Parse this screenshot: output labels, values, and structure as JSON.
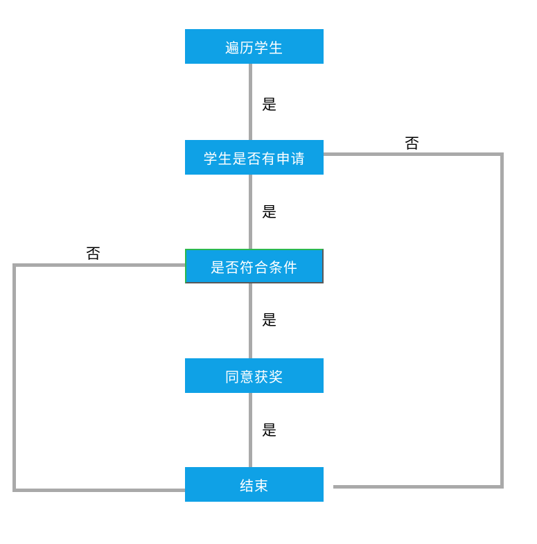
{
  "diagram": {
    "type": "flowchart",
    "background_color": "#ffffff",
    "colors": {
      "node_fill": "#0FA1E6",
      "node_text": "#ffffff",
      "connector": "#A9A9A9",
      "edge_label_text": "#000000",
      "selected_border_top_left": "#2BB94F",
      "selected_border_bottom_right": "#595959"
    },
    "nodes": [
      {
        "id": "n1",
        "label": "遍历学生",
        "selected": false
      },
      {
        "id": "n2",
        "label": "学生是否有申请",
        "selected": false
      },
      {
        "id": "n3",
        "label": "是否符合条件",
        "selected": true
      },
      {
        "id": "n4",
        "label": "同意获奖",
        "selected": false
      },
      {
        "id": "n5",
        "label": "结束",
        "selected": false
      }
    ],
    "edges": [
      {
        "from": "n1",
        "to": "n2",
        "label": "是",
        "route": "straight-down"
      },
      {
        "from": "n2",
        "to": "n3",
        "label": "是",
        "route": "straight-down"
      },
      {
        "from": "n2",
        "to": "n5",
        "label": "否",
        "route": "right-side"
      },
      {
        "from": "n3",
        "to": "n4",
        "label": "是",
        "route": "straight-down"
      },
      {
        "from": "n3",
        "to": "n5",
        "label": "否",
        "route": "left-side"
      },
      {
        "from": "n4",
        "to": "n5",
        "label": "是",
        "route": "straight-down"
      }
    ],
    "edge_labels": {
      "yes1": "是",
      "yes2": "是",
      "yes3": "是",
      "yes4": "是",
      "no_left": "否",
      "no_right": "否"
    }
  }
}
